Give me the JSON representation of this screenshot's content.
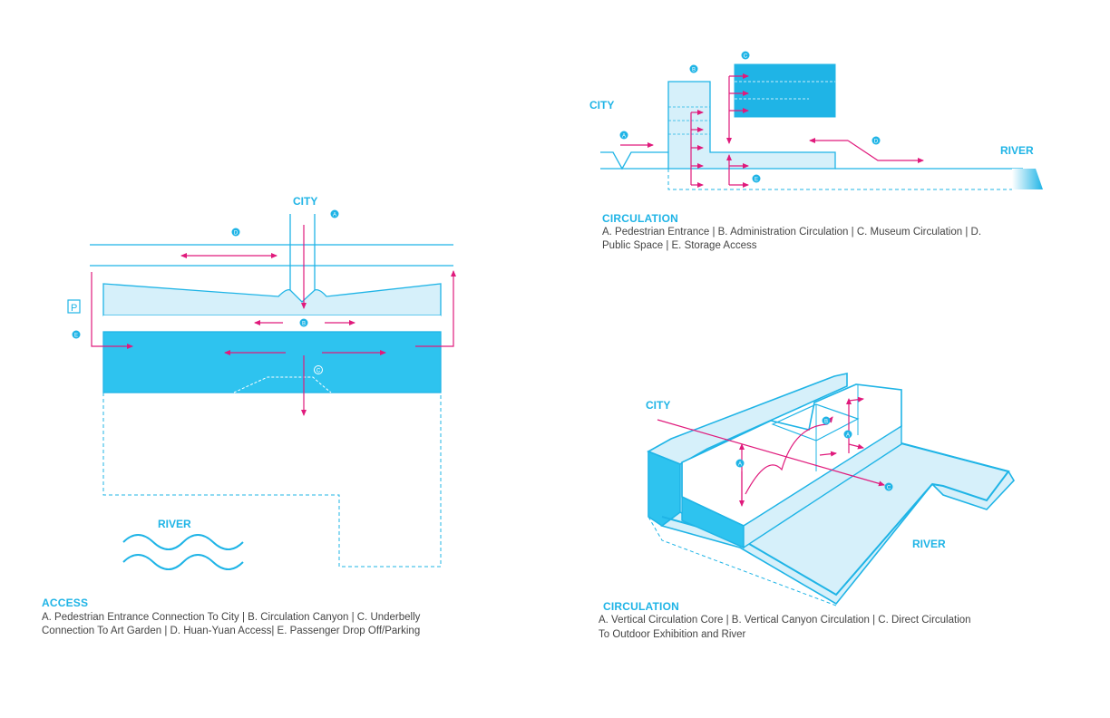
{
  "colors": {
    "cyan": "#1fb4e6",
    "cyan_fill": "#2ec3ef",
    "cyan_light": "#d6f0fa",
    "magenta": "#e01a7c",
    "text": "#444444"
  },
  "access_plan": {
    "city_label": "CITY",
    "river_label": "RIVER",
    "parking_label": "P",
    "markers": {
      "a": "A",
      "b": "B",
      "c": "C",
      "d": "D",
      "e": "E"
    },
    "caption_title": "ACCESS",
    "caption_line1": "A. Pedestrian Entrance  Connection To City  | B. Circulation Canyon | C. Underbelly",
    "caption_line2": "Connection To Art Garden | D. Huan-Yuan Access| E. Passenger Drop Off/Parking"
  },
  "section": {
    "city_label": "CITY",
    "river_label": "RIVER",
    "markers": {
      "a": "A",
      "b": "B",
      "c": "C",
      "d": "D",
      "e": "E"
    },
    "caption_title": "CIRCULATION",
    "caption_line1": "A. Pedestrian Entrance | B. Administration Circulation | C. Museum Circulation | D.",
    "caption_line2": "Public Space | E. Storage Access"
  },
  "axon": {
    "city_label": "CITY",
    "river_label": "RIVER",
    "markers": {
      "a1": "A",
      "a2": "A",
      "b": "B",
      "c": "C"
    },
    "caption_title": "CIRCULATION",
    "caption_line1": "A. Vertical Circulation Core  | B. Vertical Canyon Circulation | C. Direct Circulation",
    "caption_line2": "To Outdoor Exhibition and River"
  }
}
